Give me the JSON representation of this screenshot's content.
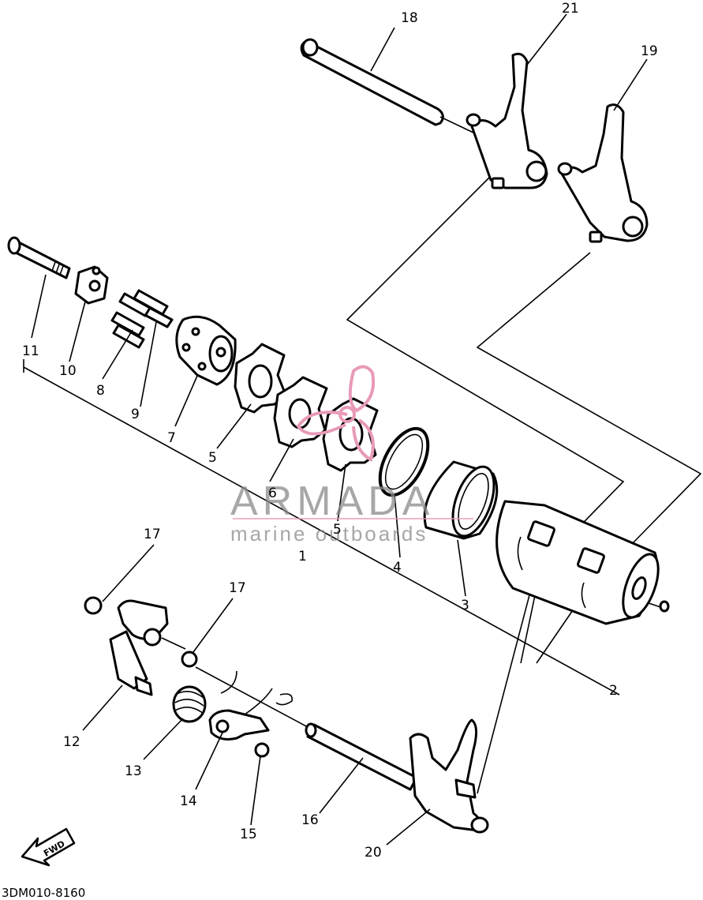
{
  "diagram": {
    "callouts": {
      "c1": "1",
      "c2": "2",
      "c3": "3",
      "c4": "4",
      "c5a": "5",
      "c5b": "5",
      "c6": "6",
      "c7": "7",
      "c8": "8",
      "c9": "9",
      "c10": "10",
      "c11": "11",
      "c12": "12",
      "c13": "13",
      "c14": "14",
      "c15": "15",
      "c16": "16",
      "c17a": "17",
      "c17b": "17",
      "c18": "18",
      "c19": "19",
      "c20": "20",
      "c21": "21"
    },
    "drawing_code": "3DM010-8160",
    "direction_label": "FWD"
  },
  "watermark": {
    "brand": "ARMADA",
    "tagline": "marine outboards",
    "logo_color": "#e89ab8",
    "text_color": "#8a8a8a"
  }
}
